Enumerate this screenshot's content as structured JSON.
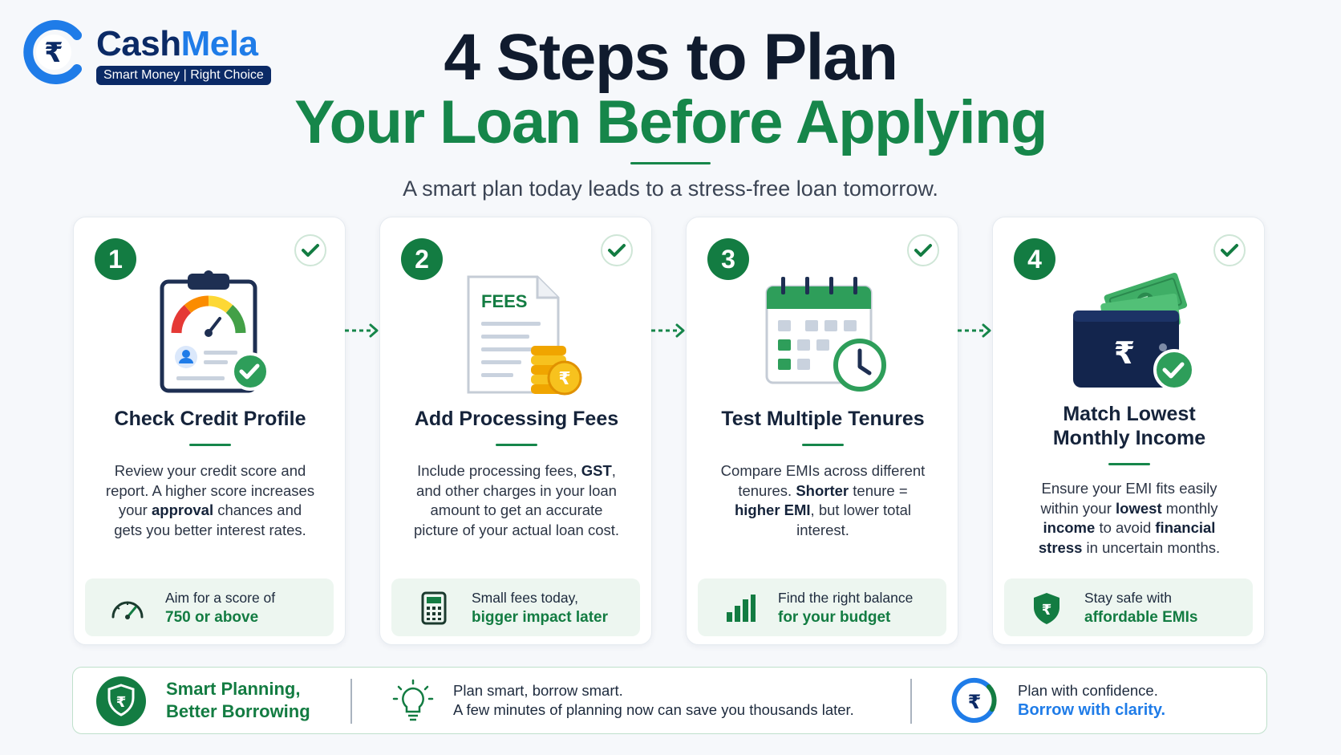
{
  "brand": {
    "name_part1": "Cash",
    "name_part2": "Mela",
    "tagline": "Smart Money | Right Choice"
  },
  "header": {
    "title_line1": "4 Steps to Plan",
    "title_line2": "Your Loan Before Applying",
    "subtitle": "A smart plan today leads to a stress-free loan tomorrow."
  },
  "steps": [
    {
      "number": "1",
      "title": "Check Credit Profile",
      "desc": [
        {
          "t": "Review your credit score and report. A higher score increases your "
        },
        {
          "t": "approval",
          "b": true
        },
        {
          "t": " chances and gets you better interest rates."
        }
      ],
      "tip_line1": "Aim for a score of",
      "tip_line2": "750 or above",
      "illustration": "credit-report-clipboard-icon",
      "tip_icon": "speedometer-icon"
    },
    {
      "number": "2",
      "title": "Add Processing Fees",
      "fees_label": "FEES",
      "desc": [
        {
          "t": "Include processing fees, "
        },
        {
          "t": "GST",
          "b": true
        },
        {
          "t": ", and other charges in your loan amount to get an accurate picture of your actual loan cost."
        }
      ],
      "tip_line1": "Small fees today,",
      "tip_line2": "bigger impact later",
      "illustration": "fees-document-coins-icon",
      "tip_icon": "calculator-icon"
    },
    {
      "number": "3",
      "title": "Test Multiple Tenures",
      "desc": [
        {
          "t": "Compare EMIs across different tenures. "
        },
        {
          "t": "Shorter",
          "b": true
        },
        {
          "t": " tenure = "
        },
        {
          "t": "higher EMI",
          "b": true
        },
        {
          "t": ", but lower total interest."
        }
      ],
      "tip_line1": "Find the right balance",
      "tip_line2": "for your budget",
      "illustration": "calendar-clock-icon",
      "tip_icon": "bar-chart-icon"
    },
    {
      "number": "4",
      "title_line1": "Match Lowest",
      "title_line2": "Monthly Income",
      "desc": [
        {
          "t": "Ensure your EMI fits easily within your "
        },
        {
          "t": "lowest",
          "b": true
        },
        {
          "t": " monthly "
        },
        {
          "t": "income",
          "b": true
        },
        {
          "t": " to avoid "
        },
        {
          "t": "financial stress",
          "b": true
        },
        {
          "t": " in uncertain months."
        }
      ],
      "tip_line1": "Stay safe with",
      "tip_line2": "affordable EMIs",
      "illustration": "wallet-cash-icon",
      "tip_icon": "rupee-shield-icon"
    }
  ],
  "banner": {
    "left_line1": "Smart Planning,",
    "left_line2": "Better Borrowing",
    "mid_line1": "Plan smart, borrow smart.",
    "mid_line2": "A few minutes of planning now can save you thousands later.",
    "right_line1": "Plan with confidence.",
    "right_line2": "Borrow with clarity."
  },
  "colors": {
    "green": "#137c42",
    "navy": "#0b2a66",
    "blue": "#1f7ce8",
    "tip_bg": "#edf6f0"
  }
}
